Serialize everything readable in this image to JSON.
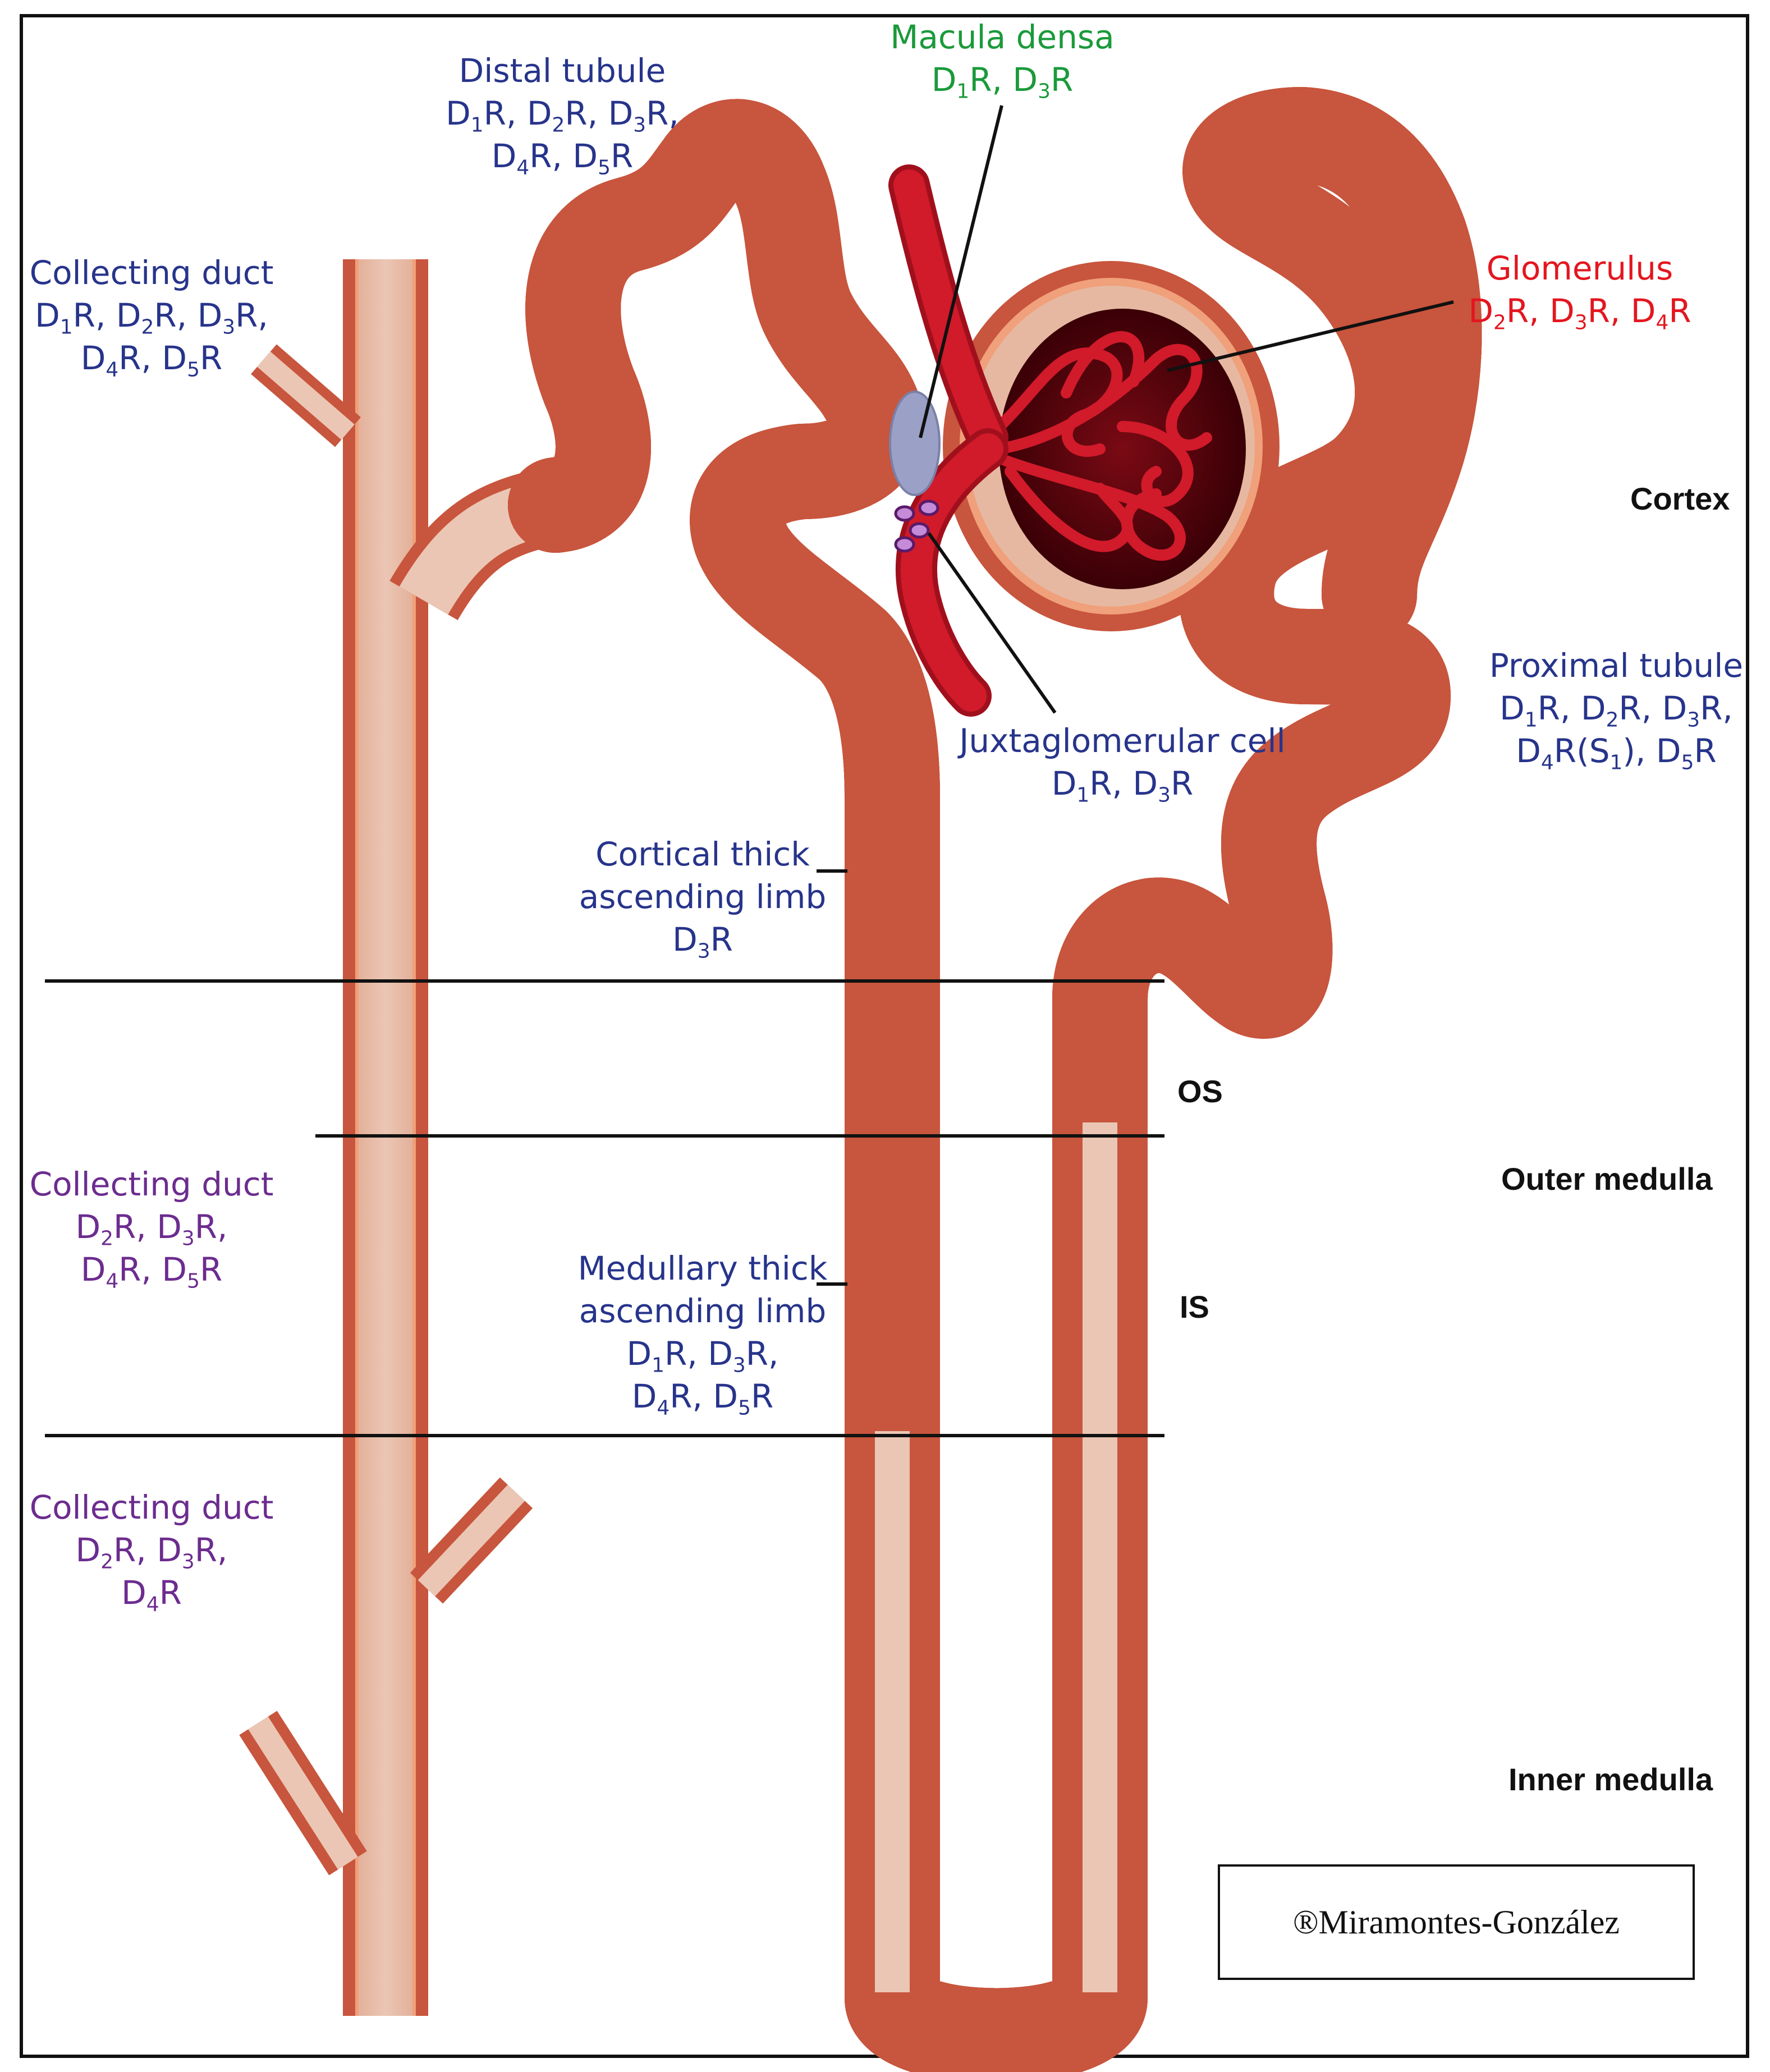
{
  "labels": {
    "macula_densa": {
      "name": "Macula densa",
      "receptors": [
        "D1R, D3R"
      ]
    },
    "distal_tubule": {
      "name": "Distal tubule",
      "receptors": [
        "D1R, D2R, D3R,",
        "D4R, D5R"
      ]
    },
    "collecting_duct_cortex": {
      "name": "Collecting duct",
      "receptors": [
        "D1R, D2R, D3R,",
        "D4R, D5R"
      ]
    },
    "glomerulus": {
      "name": "Glomerulus",
      "receptors": [
        "D2R, D3R, D4R"
      ]
    },
    "proximal_tubule": {
      "name": "Proximal tubule",
      "receptors": [
        "D1R, D2R, D3R,",
        "D4R(S1), D5R"
      ]
    },
    "juxtaglomerular_cell": {
      "name": "Juxtaglomerular cell",
      "receptors": [
        "D1R, D3R"
      ]
    },
    "cortical_thick_ascending_limb": {
      "name": [
        "Cortical thick",
        "ascending limb"
      ],
      "receptors": [
        "D3R"
      ]
    },
    "medullary_thick_ascending_limb": {
      "name": [
        "Medullary thick",
        "ascending limb"
      ],
      "receptors": [
        "D1R, D3R,",
        "D4R, D5R"
      ]
    },
    "collecting_duct_outer_medulla": {
      "name": "Collecting duct",
      "receptors": [
        "D2R, D3R,",
        "D4R, D5R"
      ]
    },
    "collecting_duct_inner_medulla": {
      "name": "Collecting duct",
      "receptors": [
        "D2R, D3R,",
        "D4R"
      ]
    }
  },
  "zones": {
    "cortex": "Cortex",
    "os": "OS",
    "outer_medulla": "Outer medulla",
    "is": "IS",
    "inner_medulla": "Inner medulla"
  },
  "copyright": "®Miramontes-González",
  "colors": {
    "tubule_outer": "#c8553d",
    "tubule_stripe": "#f0a07a",
    "tubule_fill": "#e6b8a2",
    "vessel": "#d11a2a",
    "glomerulus_core": "#4a0008",
    "label_blue": "#27348b",
    "label_green": "#1a9a3a",
    "label_red": "#e3161f",
    "label_purple": "#6c2c8f"
  }
}
